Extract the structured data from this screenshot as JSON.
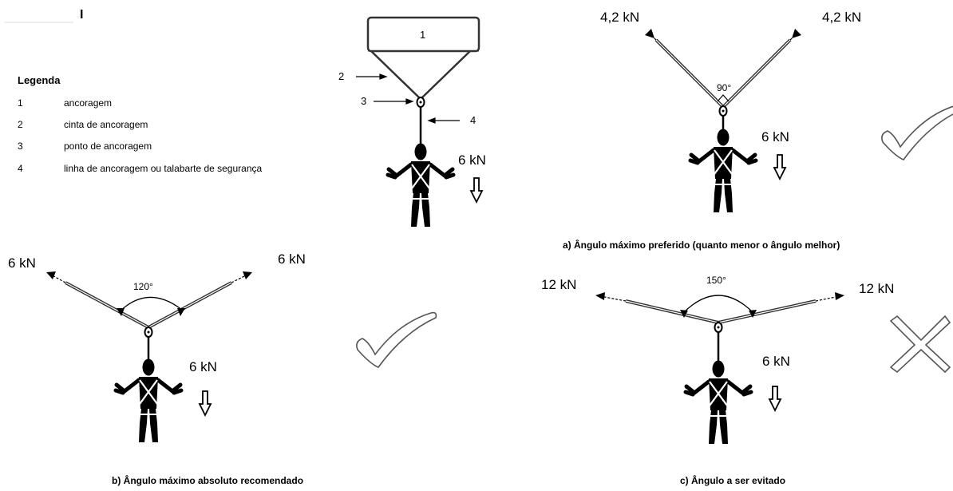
{
  "legend": {
    "title": "Legenda",
    "items": [
      {
        "num": "1",
        "text": "ancoragem"
      },
      {
        "num": "2",
        "text": "cinta de ancoragem"
      },
      {
        "num": "3",
        "text": "ponto de ancoragem"
      },
      {
        "num": "4",
        "text": "linha de ancoragem ou talabarte de segurança"
      }
    ]
  },
  "top_mark": "I",
  "callouts": {
    "c1": "1",
    "c2": "2",
    "c3": "3",
    "c4": "4"
  },
  "diagram_main": {
    "load": "6 kN"
  },
  "diagram_a": {
    "left_force": "4,2 kN",
    "right_force": "4,2 kN",
    "angle": "90°",
    "load": "6 kN",
    "caption": "a) Ângulo máximo preferido (quanto menor o ângulo melhor)",
    "verdict": "check"
  },
  "diagram_b": {
    "left_force": "6 kN",
    "right_force": "6 kN",
    "angle": "120°",
    "load": "6 kN",
    "caption": "b) Ângulo máximo absoluto recomendado",
    "verdict": "check"
  },
  "diagram_c": {
    "left_force": "12 kN",
    "right_force": "12 kN",
    "angle": "150°",
    "load": "6 kN",
    "caption": "c) Ângulo a ser evitado",
    "verdict": "cross"
  }
}
